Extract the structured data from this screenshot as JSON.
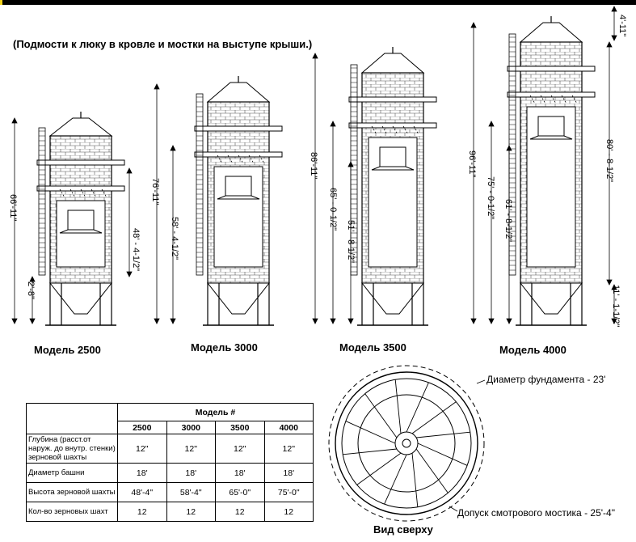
{
  "caption": "(Подмости к люку в кровле и мостки на выступе крыши.)",
  "models": [
    {
      "label": "Модель 2500",
      "total_height": "66'-11\"",
      "shaft_height": "48' - 4-1/2\"",
      "base_offset": "2'-8\""
    },
    {
      "label": "Модель 3000",
      "total_height": "76'-11\"",
      "shaft_height": "58' - 4-1/2\""
    },
    {
      "label": "Модель 3500",
      "total_height": "86'-11\"",
      "shaft_height": "65' - 0-1/2\"",
      "inner_height": "51' - 8-1/2\""
    },
    {
      "label": "Модель 4000",
      "total_height": "96'-11\"",
      "shaft_height": "75' - 0-1/2\"",
      "inner_height": "61' - 8-1/2\"",
      "top_height": "80' - 8-1/2\"",
      "cap_height": "4'-11\"",
      "base_offset": "11' - 1-1/2\""
    }
  ],
  "table": {
    "group_header": "Модель #",
    "columns": [
      "2500",
      "3000",
      "3500",
      "4000"
    ],
    "rows": [
      {
        "label": "Глубина (расст.от наруж. до внутр. стенки) зерновой шахты",
        "values": [
          "12\"",
          "12\"",
          "12\"",
          "12\""
        ]
      },
      {
        "label": "Диаметр башни",
        "values": [
          "18'",
          "18'",
          "18'",
          "18'"
        ]
      },
      {
        "label": "Высота зерновой шахты",
        "values": [
          "48'-4\"",
          "58'-4\"",
          "65'-0\"",
          "75'-0\""
        ]
      },
      {
        "label": "Кол-во зерновых шахт",
        "values": [
          "12",
          "12",
          "12",
          "12"
        ]
      }
    ]
  },
  "top_view": {
    "title": "Вид сверху",
    "foundation_label": "Диаметр фундамента - 23'",
    "walkway_label": "Допуск смотрового мостика - 25'-4\""
  }
}
